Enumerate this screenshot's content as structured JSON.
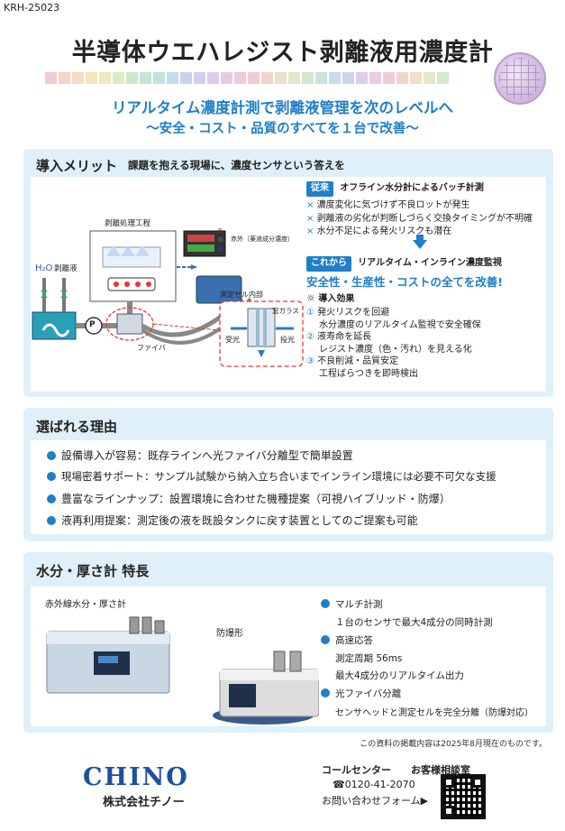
{
  "doc_number": "KRH-25023",
  "title": "半導体ウエハレジスト剥離液用濃度計",
  "strip_colors": [
    "#f7c9d4",
    "#f9d3c4",
    "#f7dcc0",
    "#f5e5bc",
    "#eeeab9",
    "#dcecc0",
    "#cbe9c9",
    "#c2e6d4",
    "#c1e3e0",
    "#c3dcec",
    "#c9d3ef",
    "#d3cdef",
    "#dccbec",
    "#e6cbe6",
    "#efcadc",
    "#f5cbd2",
    "#f2d3cc",
    "#eedfc9",
    "#e4e6c6",
    "#d2e7cd",
    "#c8e4dc",
    "#c8dce9",
    "#d0d3ee",
    "#dccdea",
    "#e8cce2",
    "#f1ccd7",
    "#f5d3cd",
    "#f2dfc8",
    "#e6e7c5",
    "#d5e9cb"
  ],
  "subtitle_1": "リアルタイム濃度計測で剥離液管理を次のレベルへ",
  "subtitle_2": "～安全・コスト・品質のすべてを１台で改善～",
  "section1": {
    "heading": "導入メリット",
    "heading_sub": "課題を抱える現場に、濃度センサという答えを",
    "diagram": {
      "h2o": "H₂O",
      "stripper": "剥離液",
      "process": "剥離処理工程",
      "infrared": "赤外（薬液成分濃度）",
      "rgb": [
        "R",
        "G",
        "B"
      ],
      "cell_title": "測定セル内部",
      "window": "窓ガラス",
      "receive": "受光",
      "emit": "投光",
      "fiber": "ファイバ",
      "pump": "P"
    },
    "before_tag": "従来",
    "before_title": "オフライン水分計によるバッチ計測",
    "before_items": [
      "濃度変化に気づけず不良ロットが発生",
      "剥離液の劣化が判断しづらく交換タイミングが不明確",
      "水分不足による発火リスクも潜在"
    ],
    "after_tag": "これから",
    "after_title": "リアルタイム・インライン濃度監視",
    "after_strong": "安全性・生産性・コストの全てを改善!",
    "effect_title": "導入効果",
    "effects": [
      {
        "no": "①",
        "head": "発火リスクを回避",
        "desc": "水分濃度のリアルタイム監視で安全確保"
      },
      {
        "no": "②",
        "head": "液寿命を延長",
        "desc": "レジスト濃度（色・汚れ）を見える化"
      },
      {
        "no": "③",
        "head": "不良削減・品質安定",
        "desc": "工程ばらつきを即時検出"
      }
    ]
  },
  "section2": {
    "heading": "選ばれる理由",
    "reasons": [
      "設備導入が容易：既存ラインへ光ファイバ分離型で簡単設置",
      "現場密着サポート：サンプル試験から納入立ち合いまでインライン環境には必要不可欠な支援",
      "豊富なラインナップ：設置環境に合わせた機種提案（可視ハイブリッド・防爆）",
      "液再利用提案：測定後の液を既設タンクに戻す装置としてのご提案も可能"
    ]
  },
  "section3": {
    "heading": "水分・厚さ計 特長",
    "product1": "赤外線水分・厚さ計",
    "product2": "防爆形",
    "features": [
      {
        "head": "マルチ計測",
        "lines": [
          "１台のセンサで最大4成分の同時計測"
        ]
      },
      {
        "head": "高速応答",
        "lines": [
          "測定周期 56ms",
          "最大4成分のリアルタイム出力"
        ]
      },
      {
        "head": "光ファイバ分離",
        "lines": [
          "センサヘッドと測定セルを完全分離（防爆対応）"
        ]
      }
    ]
  },
  "footer": {
    "note": "この資料の掲載内容は2025年8月現在のものです。",
    "logo": "CHINO",
    "company": "株式会社チノー",
    "contact_label": "コールセンター　　お客様相談室",
    "phone": "☎0120-41-2070",
    "form": "お問い合わせフォーム▶"
  }
}
